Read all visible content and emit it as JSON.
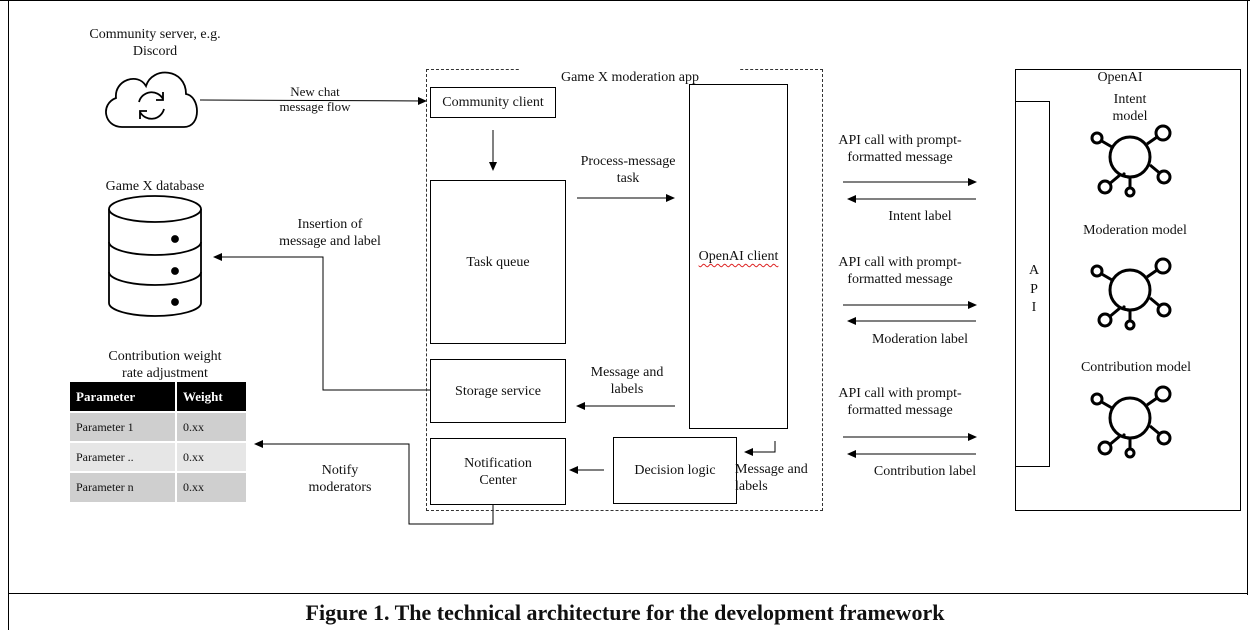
{
  "left": {
    "community_server_label": [
      "Community server, e.g.",
      "Discord"
    ],
    "new_chat_label": [
      "New chat",
      "message flow"
    ],
    "database_label": "Game X database",
    "insertion_label": [
      "Insertion of",
      "message and label"
    ],
    "contribution_title": [
      "Contribution weight",
      "rate adjustment"
    ],
    "notify_label": [
      "Notify",
      "moderators"
    ]
  },
  "param_table": {
    "headers": [
      "Parameter",
      "Weight"
    ],
    "rows": [
      [
        "Parameter 1",
        "0.xx"
      ],
      [
        "Parameter ..",
        "0.xx"
      ],
      [
        "Parameter n",
        "0.xx"
      ]
    ]
  },
  "app": {
    "title": "Game X moderation app",
    "community_client": "Community client",
    "task_queue": "Task queue",
    "storage_service": "Storage service",
    "notification_center": [
      "Notification",
      "Center"
    ],
    "decision_logic": "Decision logic",
    "openai_client": "OpenAI client",
    "process_message": [
      "Process-message",
      "task"
    ],
    "message_labels_1": [
      "Message and",
      "labels"
    ],
    "message_labels_2": [
      "Message and",
      "labels"
    ]
  },
  "calls": {
    "api_call": [
      "API call with prompt-",
      "formatted message"
    ],
    "intent_label": "Intent label",
    "moderation_label": "Moderation label",
    "contribution_label": "Contribution label"
  },
  "openai": {
    "title": "OpenAI",
    "api_letters": [
      "A",
      "P",
      "I"
    ],
    "intent_model": [
      "Intent",
      "model"
    ],
    "moderation_model": "Moderation model",
    "contribution_model": "Contribution model"
  },
  "caption": "Figure 1. The technical architecture for the development framework",
  "colors": {
    "line": "#000000",
    "spellcheck": "#dd2222",
    "table_header": "#000000",
    "table_row_dark": "#cfcfcf",
    "table_row_light": "#e6e6e6"
  }
}
